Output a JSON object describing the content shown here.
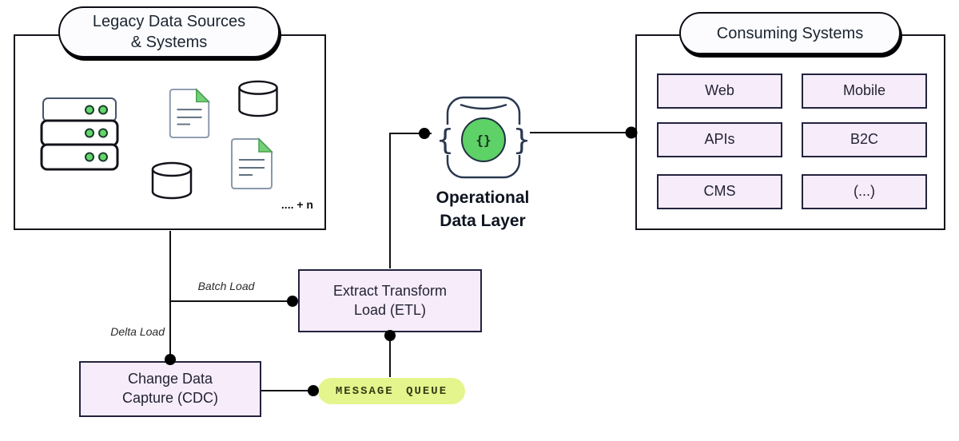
{
  "palette": {
    "background": "#ffffff",
    "node_fill": "#f6ecfa",
    "node_border": "#23233d",
    "outer_border": "#14141c",
    "queue_fill": "#e4f58d",
    "green_accent": "#5ed167",
    "line_color": "#111111"
  },
  "legacy": {
    "title_line1": "Legacy Data Sources",
    "title_line2": "& Systems",
    "more_label": ".... + n",
    "icons": [
      "server-stack",
      "document",
      "database-cylinder",
      "database-cylinder",
      "document"
    ]
  },
  "consuming": {
    "title": "Consuming Systems",
    "items": [
      "Web",
      "Mobile",
      "APIs",
      "B2C",
      "CMS",
      "(...)"
    ]
  },
  "odl": {
    "title_line1": "Operational",
    "title_line2": "Data Layer",
    "icon_glyph": "{}",
    "brace_left": "{",
    "brace_right": "}"
  },
  "etl": {
    "label_line1": "Extract Transform",
    "label_line2": "Load (ETL)"
  },
  "cdc": {
    "label_line1": "Change Data",
    "label_line2": "Capture (CDC)"
  },
  "queue": {
    "label": "MESSAGE QUEUE"
  },
  "edges": {
    "batch_label": "Batch Load",
    "delta_label": "Delta Load"
  }
}
